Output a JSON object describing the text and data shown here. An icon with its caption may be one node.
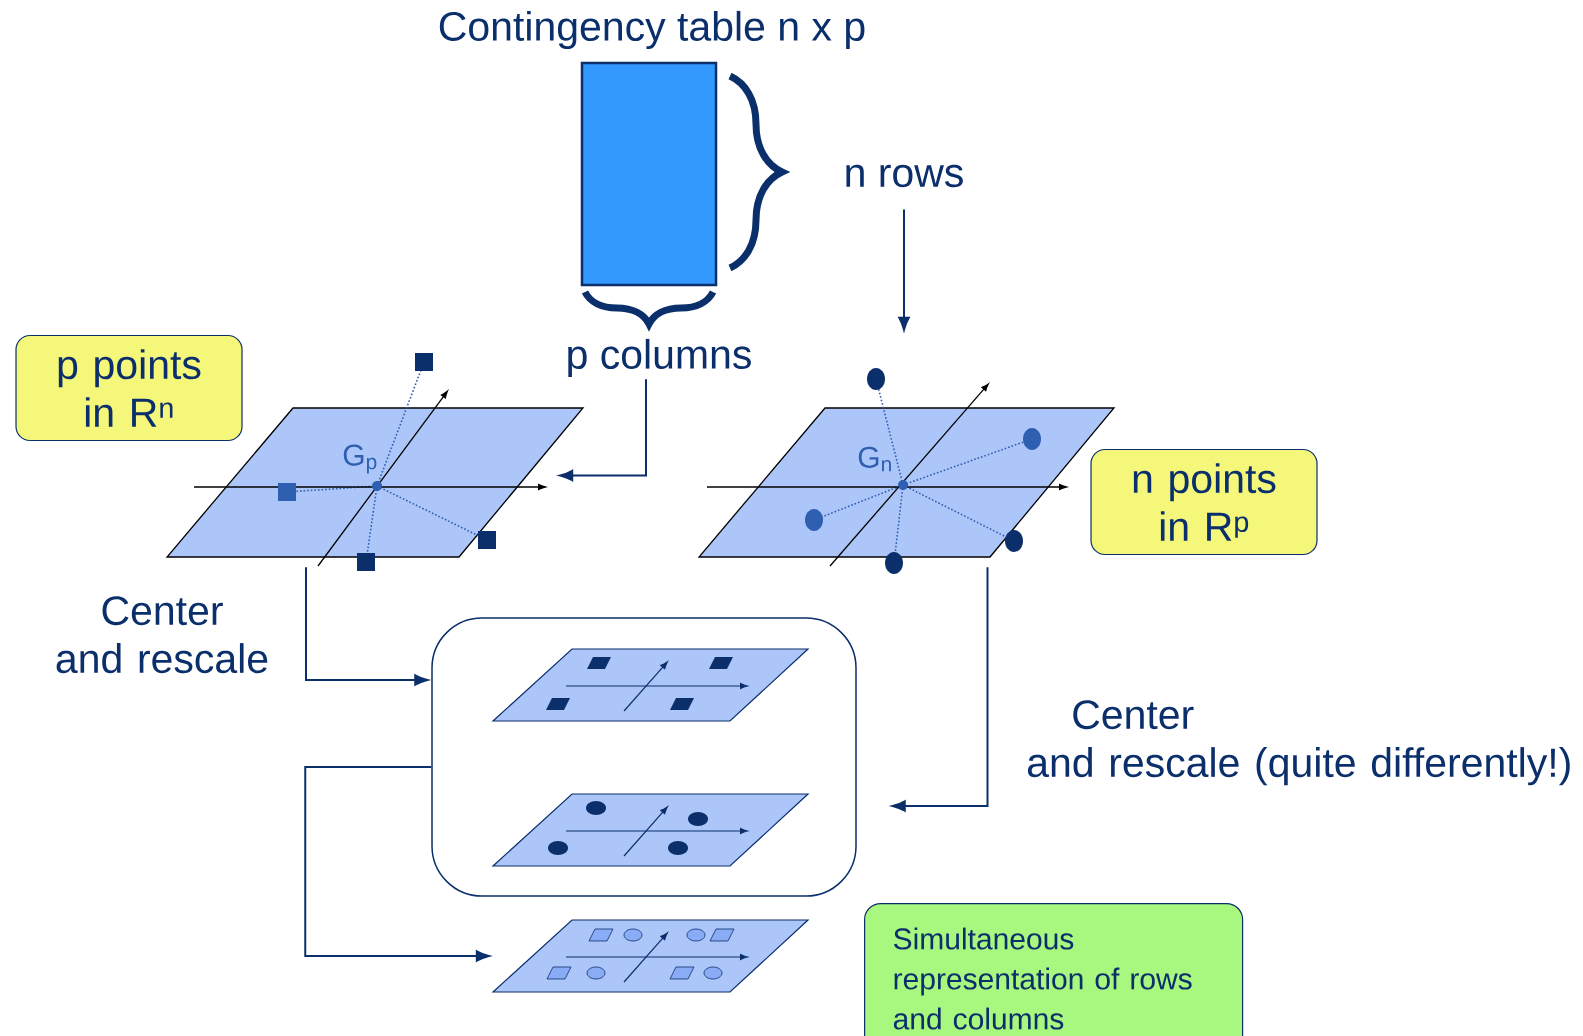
{
  "diagram": {
    "nodes": [
      {
        "text": [
          "Contingency table n x p"
        ]
      },
      {
        "text": [
          "n rows"
        ]
      },
      {
        "text": [
          "p columns"
        ]
      },
      {
        "text": [
          "p points in R$^{n}$"
        ]
      },
      {
        "text": [
          "G$_{p}$"
        ]
      },
      {
        "text": [
          "G$_{n}$"
        ]
      },
      {
        "text": [
          "n points in R$^{p}$"
        ]
      },
      {
        "text": [],
        "shape": "box"
      },
      {
        "text": [],
        "shape": "parallelogram",
        "in": 7
      },
      {
        "text": [],
        "shape": "parallelogram",
        "in": 7
      },
      {
        "text": [],
        "shape": "parallelogram"
      },
      {
        "text": [
          "Simultaneous representation of rows and columns"
        ]
      }
    ],
    "edges": [
      {
        "from": 1,
        "to": 5,
        "arrow": "to"
      },
      {
        "from": 2,
        "to": 4,
        "arrow": "to"
      },
      {
        "from": 4,
        "to": 7,
        "arrow": "to"
      },
      {
        "from": 5,
        "to": 7,
        "arrow": "to"
      },
      {
        "from": 7,
        "to": 10,
        "arrow": "to"
      }
    ],
    "labels": [
      "Center and rescale",
      "Center and rescale (quite differently!)"
    ]
  }
}
